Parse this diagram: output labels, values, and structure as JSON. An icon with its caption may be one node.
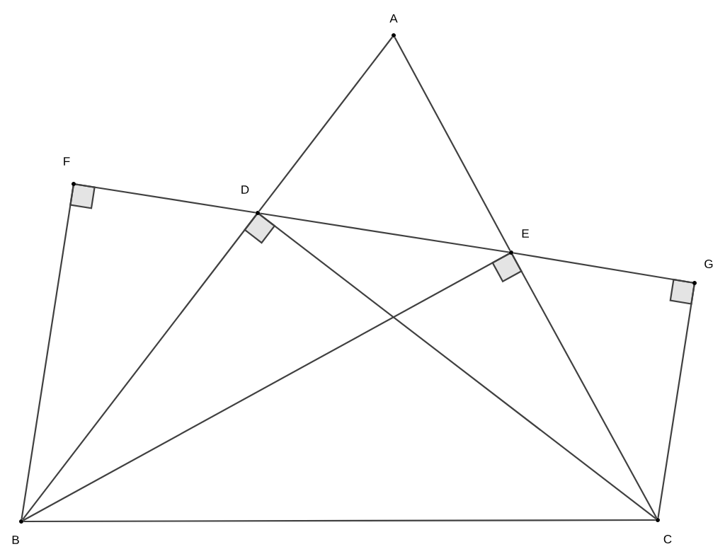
{
  "diagram": {
    "nodes": [
      {
        "text": [
          "A"
        ]
      },
      {
        "text": [
          "F"
        ]
      },
      {
        "text": [
          "D"
        ]
      },
      {
        "text": [
          "E"
        ]
      },
      {
        "text": [
          "G"
        ]
      },
      {
        "text": [
          "B"
        ]
      },
      {
        "text": [
          "C"
        ]
      }
    ],
    "edges": [
      {
        "from": 0,
        "to": 2,
        "arrow": "none"
      },
      {
        "from": 2,
        "to": 5,
        "arrow": "none"
      },
      {
        "from": 0,
        "to": 3,
        "arrow": "none"
      },
      {
        "from": 3,
        "to": 6,
        "arrow": "none"
      },
      {
        "from": 5,
        "to": 6,
        "arrow": "none"
      },
      {
        "from": 1,
        "to": 2,
        "arrow": "none"
      },
      {
        "from": 2,
        "to": 3,
        "arrow": "none"
      },
      {
        "from": 3,
        "to": 4,
        "arrow": "none"
      },
      {
        "from": 5,
        "to": 1,
        "arrow": "none"
      },
      {
        "from": 6,
        "to": 4,
        "arrow": "none"
      },
      {
        "from": 5,
        "to": 3,
        "arrow": "none"
      },
      {
        "from": 6,
        "to": 2,
        "arrow": "none"
      }
    ]
  }
}
